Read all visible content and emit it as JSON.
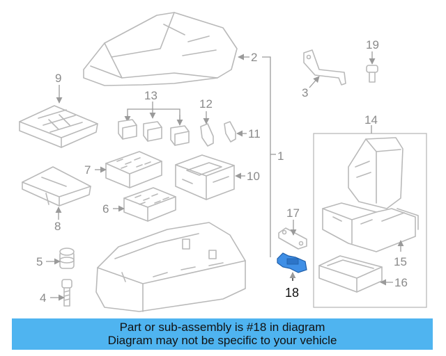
{
  "callouts": {
    "n1": "1",
    "n2": "2",
    "n3": "3",
    "n4": "4",
    "n5": "5",
    "n6": "6",
    "n7": "7",
    "n8": "8",
    "n9": "9",
    "n10": "10",
    "n11": "11",
    "n12": "12",
    "n13": "13",
    "n14": "14",
    "n15": "15",
    "n16": "16",
    "n17": "17",
    "n18": "18",
    "n19": "19"
  },
  "highlighted_part": "18",
  "colors": {
    "banner": "#4fb4f0",
    "highlight": "#3f8fe6",
    "line_art": "#b9b9b9"
  },
  "banner": {
    "line1": "Part or sub-assembly is #18 in diagram",
    "line2": "Diagram may not be specific to your vehicle"
  }
}
